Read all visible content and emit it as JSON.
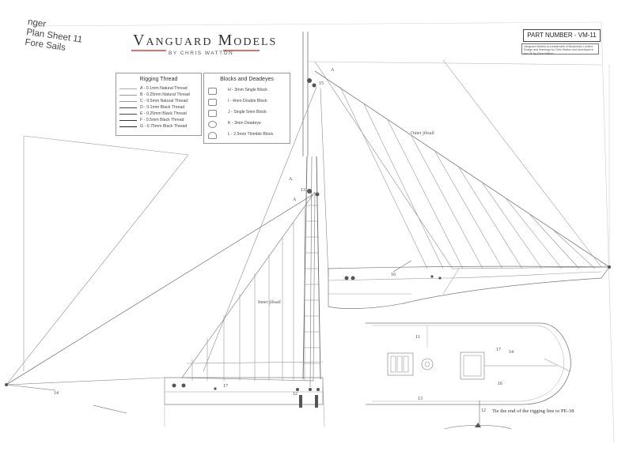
{
  "sheet": {
    "title_lines": [
      "nger",
      "Plan Sheet 11",
      "Fore Sails"
    ],
    "brand": "Vanguard Models",
    "brand_sub": "BY CHRIS WATTON",
    "part_number": "PART NUMBER - VM-11",
    "copyright": "Vanguard Models is a trademark of Blockchain Limited. Design and drawings by Chris Watton and developed in the UK by Chris Watton"
  },
  "legends": {
    "thread_title": "Rigging Thread",
    "thread_items": [
      "A - 0.1mm Natural Thread",
      "B - 0.25mm Natural Thread",
      "C - 0.5mm Natural Thread",
      "D - 0.1mm Black Thread",
      "E - 0.25mm Black Thread",
      "F - 0.5mm Black Thread",
      "G - 0.75mm Black Thread"
    ],
    "blocks_title": "Blocks and Deadeyes",
    "block_items": [
      "H - 3mm Single Block",
      "I - 4mm Double Block",
      "J - Single 5mm Block",
      "K - 3mm Deadeye",
      "L - 2.5mm Thimble Block"
    ]
  },
  "drawing_labels": {
    "outer_jibsail": "Outer jibsail",
    "inner_jibsail": "Inner jibsail",
    "tie_note": "Tie the end of the rigging line to PE-18"
  },
  "callouts": {
    "a_top": "A",
    "n15": "15",
    "a_mid": "A",
    "n13": "13",
    "a_lower": "A",
    "n16_upper": "16",
    "n11": "11",
    "n17_plan": "17",
    "n14_plan": "14",
    "n16_plan": "16",
    "n13_plan": "13",
    "n12": "12",
    "n12_note": "12",
    "n17_hull": "17",
    "n14_left": "14"
  }
}
